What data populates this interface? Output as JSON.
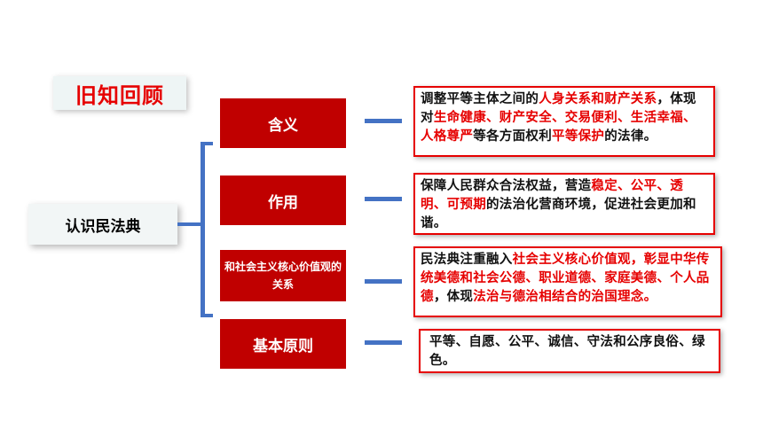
{
  "title": "旧知回顾",
  "root": "认识民法典",
  "branches": [
    {
      "label": "含义",
      "desc": [
        {
          "t": "调整平等主体之间的",
          "h": false
        },
        {
          "t": "人身关系和财产关系",
          "h": true
        },
        {
          "t": "，体现对",
          "h": false
        },
        {
          "t": "生命健康、财产安全、交易便利、生活幸福、人格尊严",
          "h": true
        },
        {
          "t": "等各方面权利",
          "h": false
        },
        {
          "t": "平等保护",
          "h": true
        },
        {
          "t": "的法律。",
          "h": false
        }
      ]
    },
    {
      "label": "作用",
      "desc": [
        {
          "t": "保障人民群众合法权益，营造",
          "h": false
        },
        {
          "t": "稳定、公平、透明、可预期",
          "h": true
        },
        {
          "t": "的法治化营商环境，促进社会更加和谐。",
          "h": false
        }
      ]
    },
    {
      "label": "和社会主义核心价值观的关系",
      "desc": [
        {
          "t": "民法典注重融入",
          "h": false
        },
        {
          "t": "社会主义核心价值观，彰显中华传统美德和社会公德、职业道德、家庭美德、个人品德",
          "h": true
        },
        {
          "t": "，体现",
          "h": false
        },
        {
          "t": "法治与德治相结合的治国理念。",
          "h": true
        }
      ]
    },
    {
      "label": "基本原则",
      "desc": [
        {
          "t": "平等、自愿、公平、诚信、守法和公序良俗、绿色。",
          "h": false
        }
      ]
    }
  ]
}
